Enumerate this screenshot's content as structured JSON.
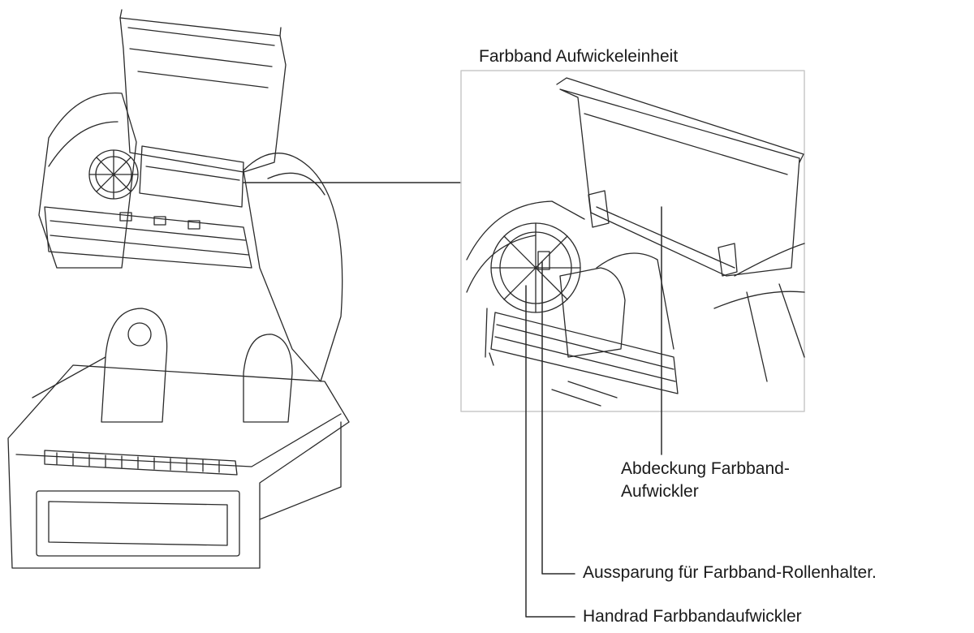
{
  "diagram": {
    "detail_title": "Farbband Aufwickeleinheit",
    "callouts": {
      "cover_line1": "Abdeckung Farbband-",
      "cover_line2": "Aufwickler",
      "recess": "Aussparung für Farbband-Rollenhalter.",
      "handwheel": "Handrad Farbbandaufwickler"
    },
    "colors": {
      "line": "#2a2a2a",
      "frame": "#c8c8c8",
      "fill": "#ffffff"
    }
  }
}
